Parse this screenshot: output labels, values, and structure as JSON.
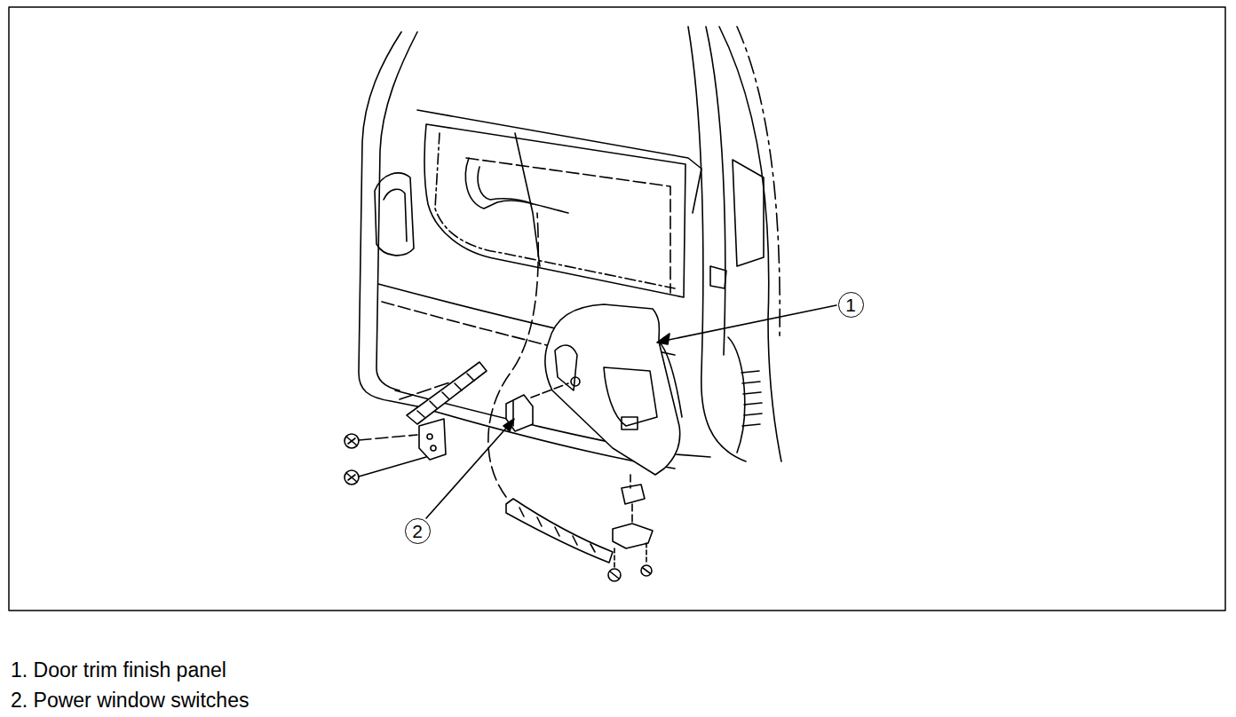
{
  "diagram": {
    "nodes": [
      {
        "text": [
          "1"
        ]
      },
      {
        "text": [
          "2"
        ]
      }
    ],
    "labels": [
      "1. Door trim finish panel",
      "2. Power window switches"
    ]
  }
}
